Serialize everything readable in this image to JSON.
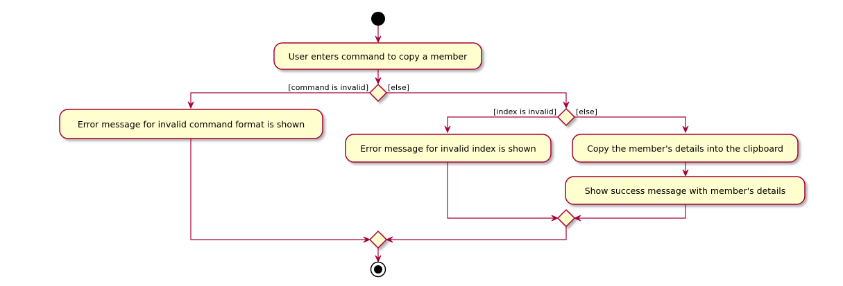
{
  "diagram": {
    "type": "activity",
    "colors": {
      "activity_fill": "#FEFECE",
      "border": "#A80036",
      "start": "#000000"
    },
    "activities": {
      "enter_command": "User enters command to copy a member",
      "invalid_command": "Error message for invalid command format is shown",
      "invalid_index": "Error message for invalid index is shown",
      "copy_details": "Copy the member's details into the clipboard",
      "show_success": "Show success message with member's details"
    },
    "guards": {
      "command_invalid": "[command is invalid]",
      "command_else": "[else]",
      "index_invalid": "[index is invalid]",
      "index_else": "[else]"
    }
  }
}
